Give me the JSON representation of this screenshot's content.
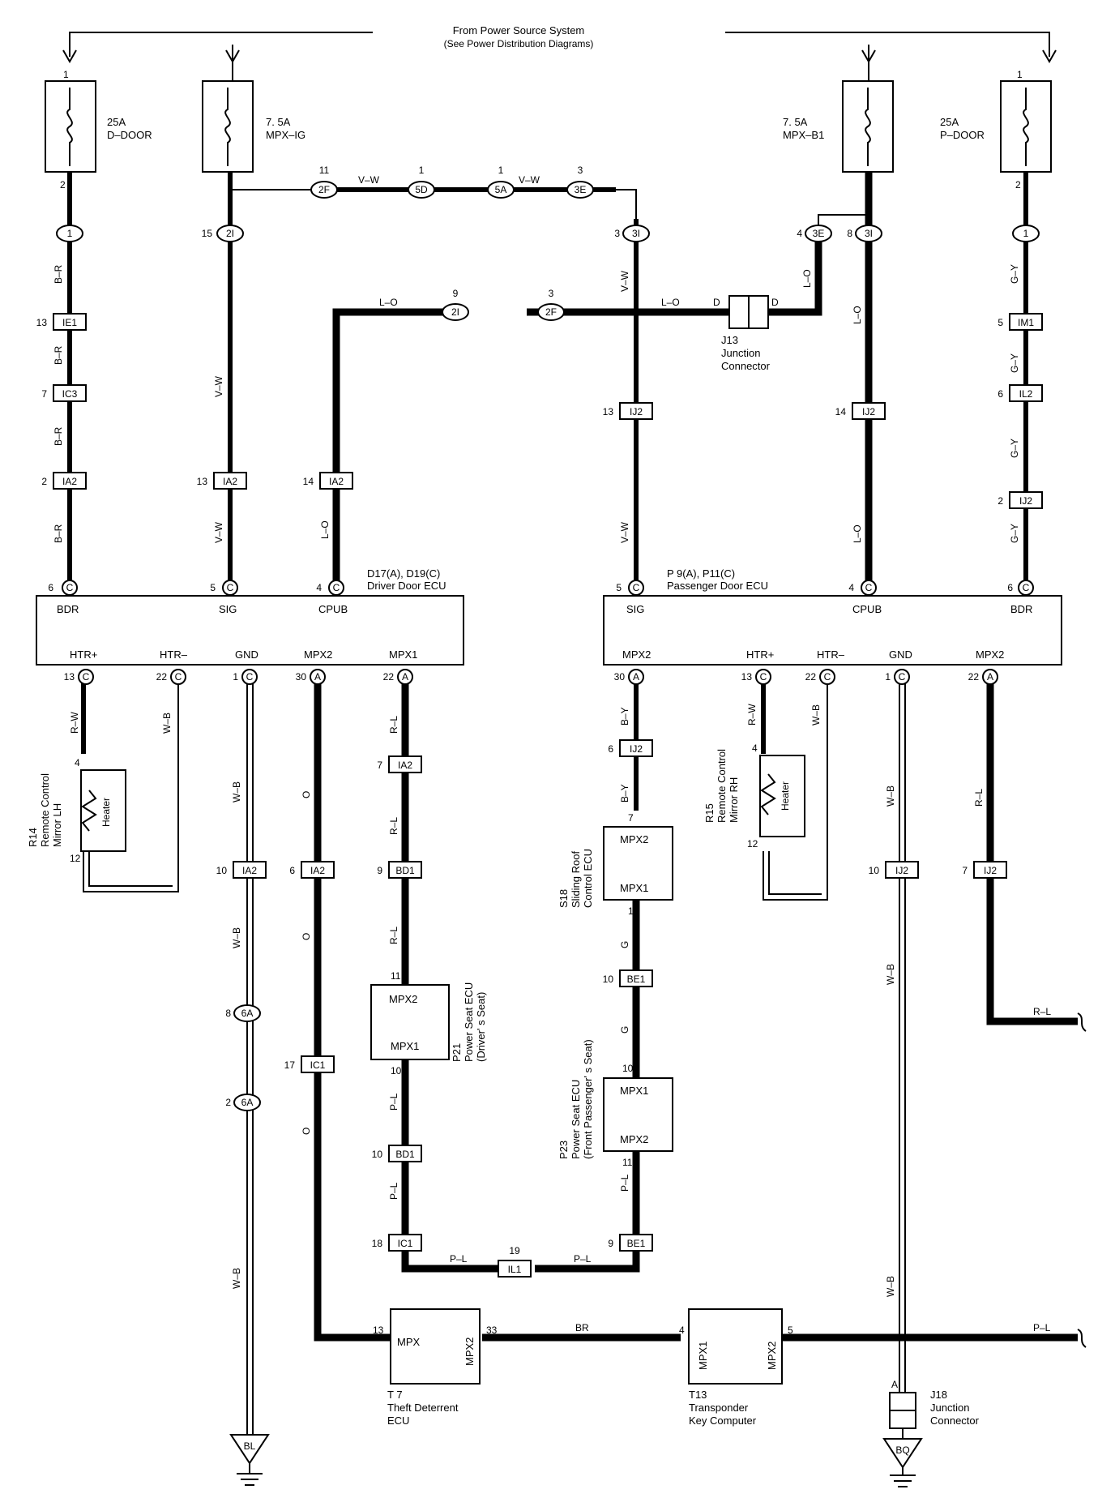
{
  "header": {
    "line1": "From Power Source System",
    "line2": "(See Power Distribution Diagrams)"
  },
  "fuses": {
    "ddoor": {
      "amp": "25A",
      "name": "D–DOOR",
      "pin_in": "1",
      "pin_out": "2"
    },
    "mpxig": {
      "amp": "7. 5A",
      "name": "MPX–IG"
    },
    "mpxb1": {
      "amp": "7. 5A",
      "name": "MPX–B1"
    },
    "pdoor": {
      "amp": "25A",
      "name": "P–DOOR",
      "pin_in": "1",
      "pin_out": "2"
    }
  },
  "connectors": {
    "c1_left": "1",
    "c1_right": "1",
    "c2i_15": "2I",
    "c2i_15_pin": "15",
    "c2f_top": "2F",
    "c2f_top_pin": "11",
    "c5d": "5D",
    "c5d_pin": "1",
    "c5a": "5A",
    "c5a_pin": "1",
    "c3e_top": "3E",
    "c3e_top_pin": "3",
    "c3i_3": "3I",
    "c3i_3_pin": "3",
    "c3e_4": "3E",
    "c3e_4_pin": "4",
    "c3i_8": "3I",
    "c3i_8_pin": "8",
    "c2i_9": "2I",
    "c2i_9_pin": "9",
    "c2f_3": "2F",
    "c2f_3_pin": "3",
    "ie1": "IE1",
    "ie1_pin": "13",
    "ic3": "IC3",
    "ic3_pin": "7",
    "ia2_l2": "IA2",
    "ia2_l2_pin": "2",
    "ia2_l13": "IA2",
    "ia2_l13_pin": "13",
    "ia2_l14": "IA2",
    "ia2_l14_pin": "14",
    "ij2_13": "IJ2",
    "ij2_13_pin": "13",
    "ij2_14": "IJ2",
    "ij2_14_pin": "14",
    "im1": "IM1",
    "im1_pin": "5",
    "il2": "IL2",
    "il2_pin": "6",
    "ij2_2": "IJ2",
    "ij2_2_pin": "2",
    "ia2_7": "IA2",
    "ia2_7_pin": "7",
    "ia2_10": "IA2",
    "ia2_10_pin": "10",
    "ia2_6": "IA2",
    "ia2_6_pin": "6",
    "bd1_9": "BD1",
    "bd1_9_pin": "9",
    "c6a_8": "6A",
    "c6a_8_pin": "8",
    "c6a_2": "6A",
    "c6a_2_pin": "2",
    "ic1_17": "IC1",
    "ic1_17_pin": "17",
    "bd1_10": "BD1",
    "bd1_10_pin": "10",
    "ic1_18": "IC1",
    "ic1_18_pin": "18",
    "il1": "IL1",
    "il1_pin": "19",
    "be1_9": "BE1",
    "be1_9_pin": "9",
    "be1_10": "BE1",
    "be1_10_pin": "10",
    "ij2_6": "IJ2",
    "ij2_6_pin": "6",
    "ij2_10": "IJ2",
    "ij2_10_pin": "10",
    "ij2_7": "IJ2",
    "ij2_7_pin": "7"
  },
  "wires": {
    "br": "B–R",
    "vw": "V–W",
    "lo": "L–O",
    "gy": "G–Y",
    "rw": "R–W",
    "wb": "W–B",
    "o": "O",
    "rl": "R–L",
    "pl": "P–L",
    "by": "B–Y",
    "g": "G",
    "brn": "BR"
  },
  "ecu_left": {
    "title1": "D17(A), D19(C)",
    "title2": "Driver Door ECU",
    "top_labels": [
      "BDR",
      "SIG",
      "CPUB"
    ],
    "top_pins": [
      "6",
      "5",
      "4"
    ],
    "top_letters": [
      "C",
      "C",
      "C"
    ],
    "bottom_labels": [
      "HTR+",
      "HTR–",
      "GND",
      "MPX2",
      "MPX1"
    ],
    "bottom_pins": [
      "13",
      "22",
      "1",
      "30",
      "22"
    ],
    "bottom_letters": [
      "C",
      "C",
      "C",
      "A",
      "A"
    ]
  },
  "ecu_right": {
    "title1": "P 9(A), P11(C)",
    "title2": "Passenger Door ECU",
    "top_labels": [
      "SIG",
      "CPUB",
      "BDR"
    ],
    "top_pins": [
      "5",
      "4",
      "6"
    ],
    "top_letters": [
      "C",
      "C",
      "C"
    ],
    "bottom_labels": [
      "MPX2",
      "HTR+",
      "HTR–",
      "GND",
      "MPX2"
    ],
    "bottom_pins": [
      "30",
      "13",
      "22",
      "1",
      "22"
    ],
    "bottom_letters": [
      "A",
      "C",
      "C",
      "C",
      "A"
    ]
  },
  "junction_j13": {
    "name": "J13",
    "line1": "Junction",
    "line2": "Connector",
    "pin_l": "D",
    "pin_r": "D"
  },
  "junction_j18": {
    "name": "J18",
    "line1": "Junction",
    "line2": "Connector",
    "pin": "A"
  },
  "mirror_lh": {
    "id": "R14",
    "line1": "Remote Control",
    "line2": "Mirror LH",
    "label": "Heater",
    "pin_top": "4",
    "pin_bot": "12"
  },
  "mirror_rh": {
    "id": "R15",
    "line1": "Remote Control",
    "line2": "Mirror RH",
    "label": "Heater",
    "pin_top": "4",
    "pin_bot": "12"
  },
  "p21": {
    "id": "P21",
    "line1": "Power Seat ECU",
    "line2": "(Driver' s Seat)",
    "top": "MPX2",
    "bot": "MPX1",
    "pin_top": "11",
    "pin_bot": "10"
  },
  "s18": {
    "id": "S18",
    "line1": "Sliding Roof",
    "line2": "Control ECU",
    "top": "MPX2",
    "bot": "MPX1",
    "pin_top": "7",
    "pin_bot": "1"
  },
  "p23": {
    "id": "P23",
    "line1": "Power Seat ECU",
    "line2": "(Front Passenger' s Seat)",
    "top": "MPX1",
    "bot": "MPX2",
    "pin_top": "10",
    "pin_bot": "11"
  },
  "t7": {
    "id": "T 7",
    "line1": "Theft Deterrent",
    "line2": "ECU",
    "left": "MPX",
    "right": "MPX2",
    "pin_l": "13",
    "pin_r": "33"
  },
  "t13": {
    "id": "T13",
    "line1": "Transponder",
    "line2": "Key Computer",
    "left": "MPX1",
    "right": "MPX2",
    "pin_l": "4",
    "pin_r": "5"
  },
  "grounds": {
    "bl": "BL",
    "bq": "BQ"
  }
}
